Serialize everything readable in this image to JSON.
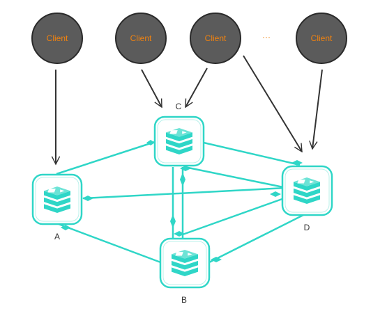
{
  "clients": [
    {
      "label": "Client"
    },
    {
      "label": "Client"
    },
    {
      "label": "Client"
    },
    {
      "label": "Client"
    }
  ],
  "ellipsis": "···",
  "nodes": {
    "A": {
      "label": "A"
    },
    "B": {
      "label": "B"
    },
    "C": {
      "label": "C"
    },
    "D": {
      "label": "D"
    }
  },
  "colors": {
    "client_fill": "#5b5b5b",
    "client_stroke": "#2a2a2a",
    "client_text": "#f0820f",
    "link": "#2fd6c7",
    "arrow": "#333333",
    "node_label": "#333333"
  }
}
